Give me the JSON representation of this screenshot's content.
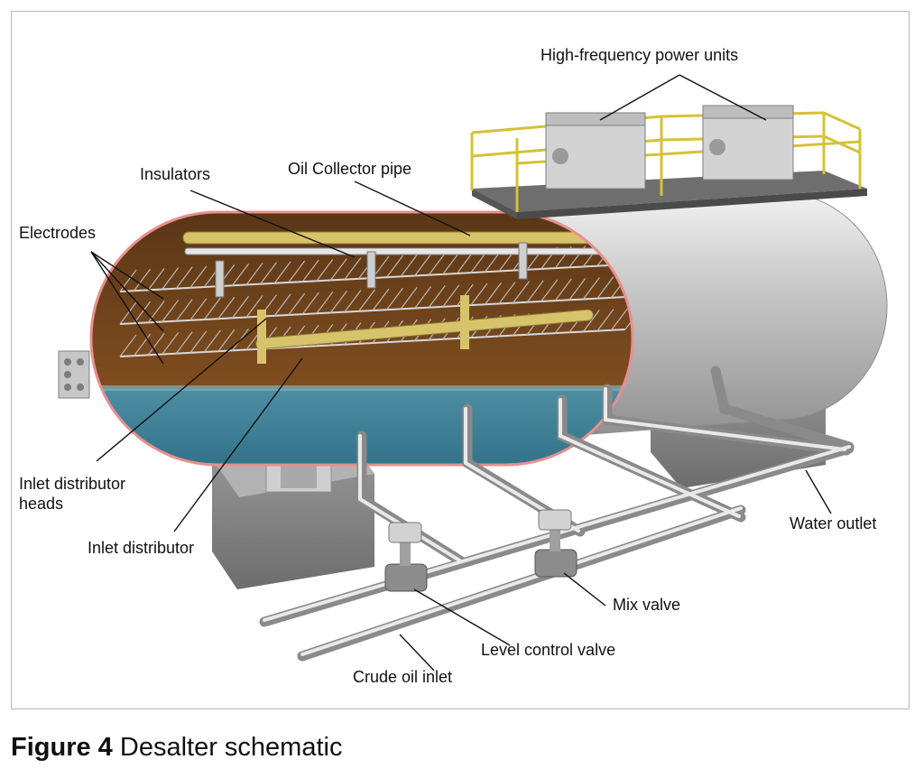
{
  "callouts": {
    "power_units": "High-frequency power units",
    "insulators": "Insulators",
    "oil_collector": "Oil Collector pipe",
    "electrodes": "Electrodes",
    "inlet_heads_line1": "Inlet distributor",
    "inlet_heads_line2": "heads",
    "inlet_distributor": "Inlet distributor",
    "water_outlet": "Water outlet",
    "mix_valve": "Mix valve",
    "level_control_valve": "Level control valve",
    "crude_oil_inlet": "Crude oil inlet"
  },
  "caption": {
    "label": "Figure 4",
    "text": "Desalter schematic"
  }
}
